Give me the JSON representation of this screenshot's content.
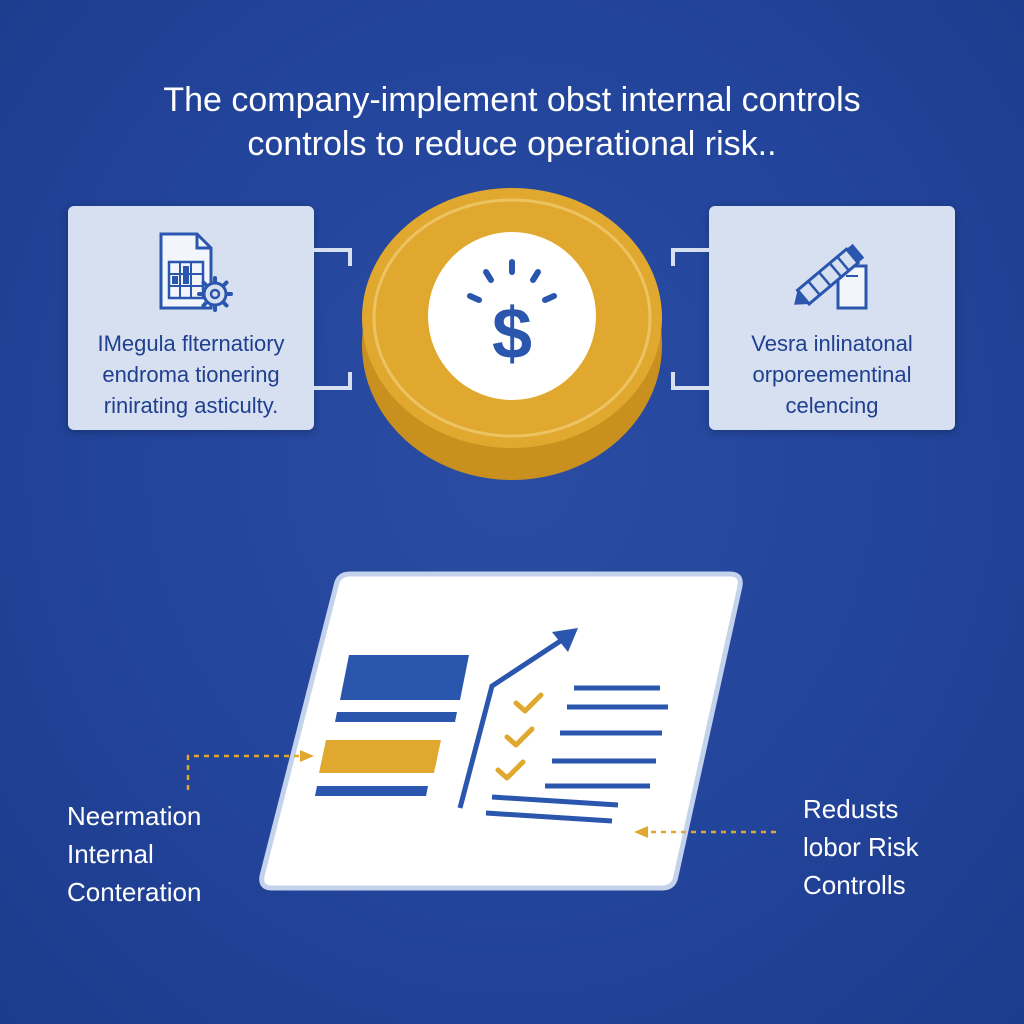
{
  "title": {
    "line1": "The company-implement obst internal controls",
    "line2": "controls to reduce operational risk.."
  },
  "left_panel": {
    "icon": "document-gear-icon",
    "lines": [
      "IMegula flternatiory",
      "endroma tionering",
      "rinirating asticulty."
    ]
  },
  "right_panel": {
    "icon": "pencil-chart-icon",
    "lines": [
      "Vesra inlinatonal",
      "orporeementinal",
      "celencing"
    ]
  },
  "center_coin": {
    "icon": "dollar-sign-icon",
    "symbol": "$"
  },
  "report_card": {
    "icon": "checklist-chart-icon"
  },
  "bottom_left_label": {
    "lines": [
      "Neermation",
      "Internal",
      "Conteration"
    ]
  },
  "bottom_right_label": {
    "lines": [
      "Redusts",
      "lobor Risk",
      "Controlls"
    ]
  },
  "colors": {
    "background": "#22449a",
    "gold": "#e0a82e",
    "blue": "#2a56ae",
    "panel": "#d7e0f0",
    "white": "#ffffff"
  }
}
